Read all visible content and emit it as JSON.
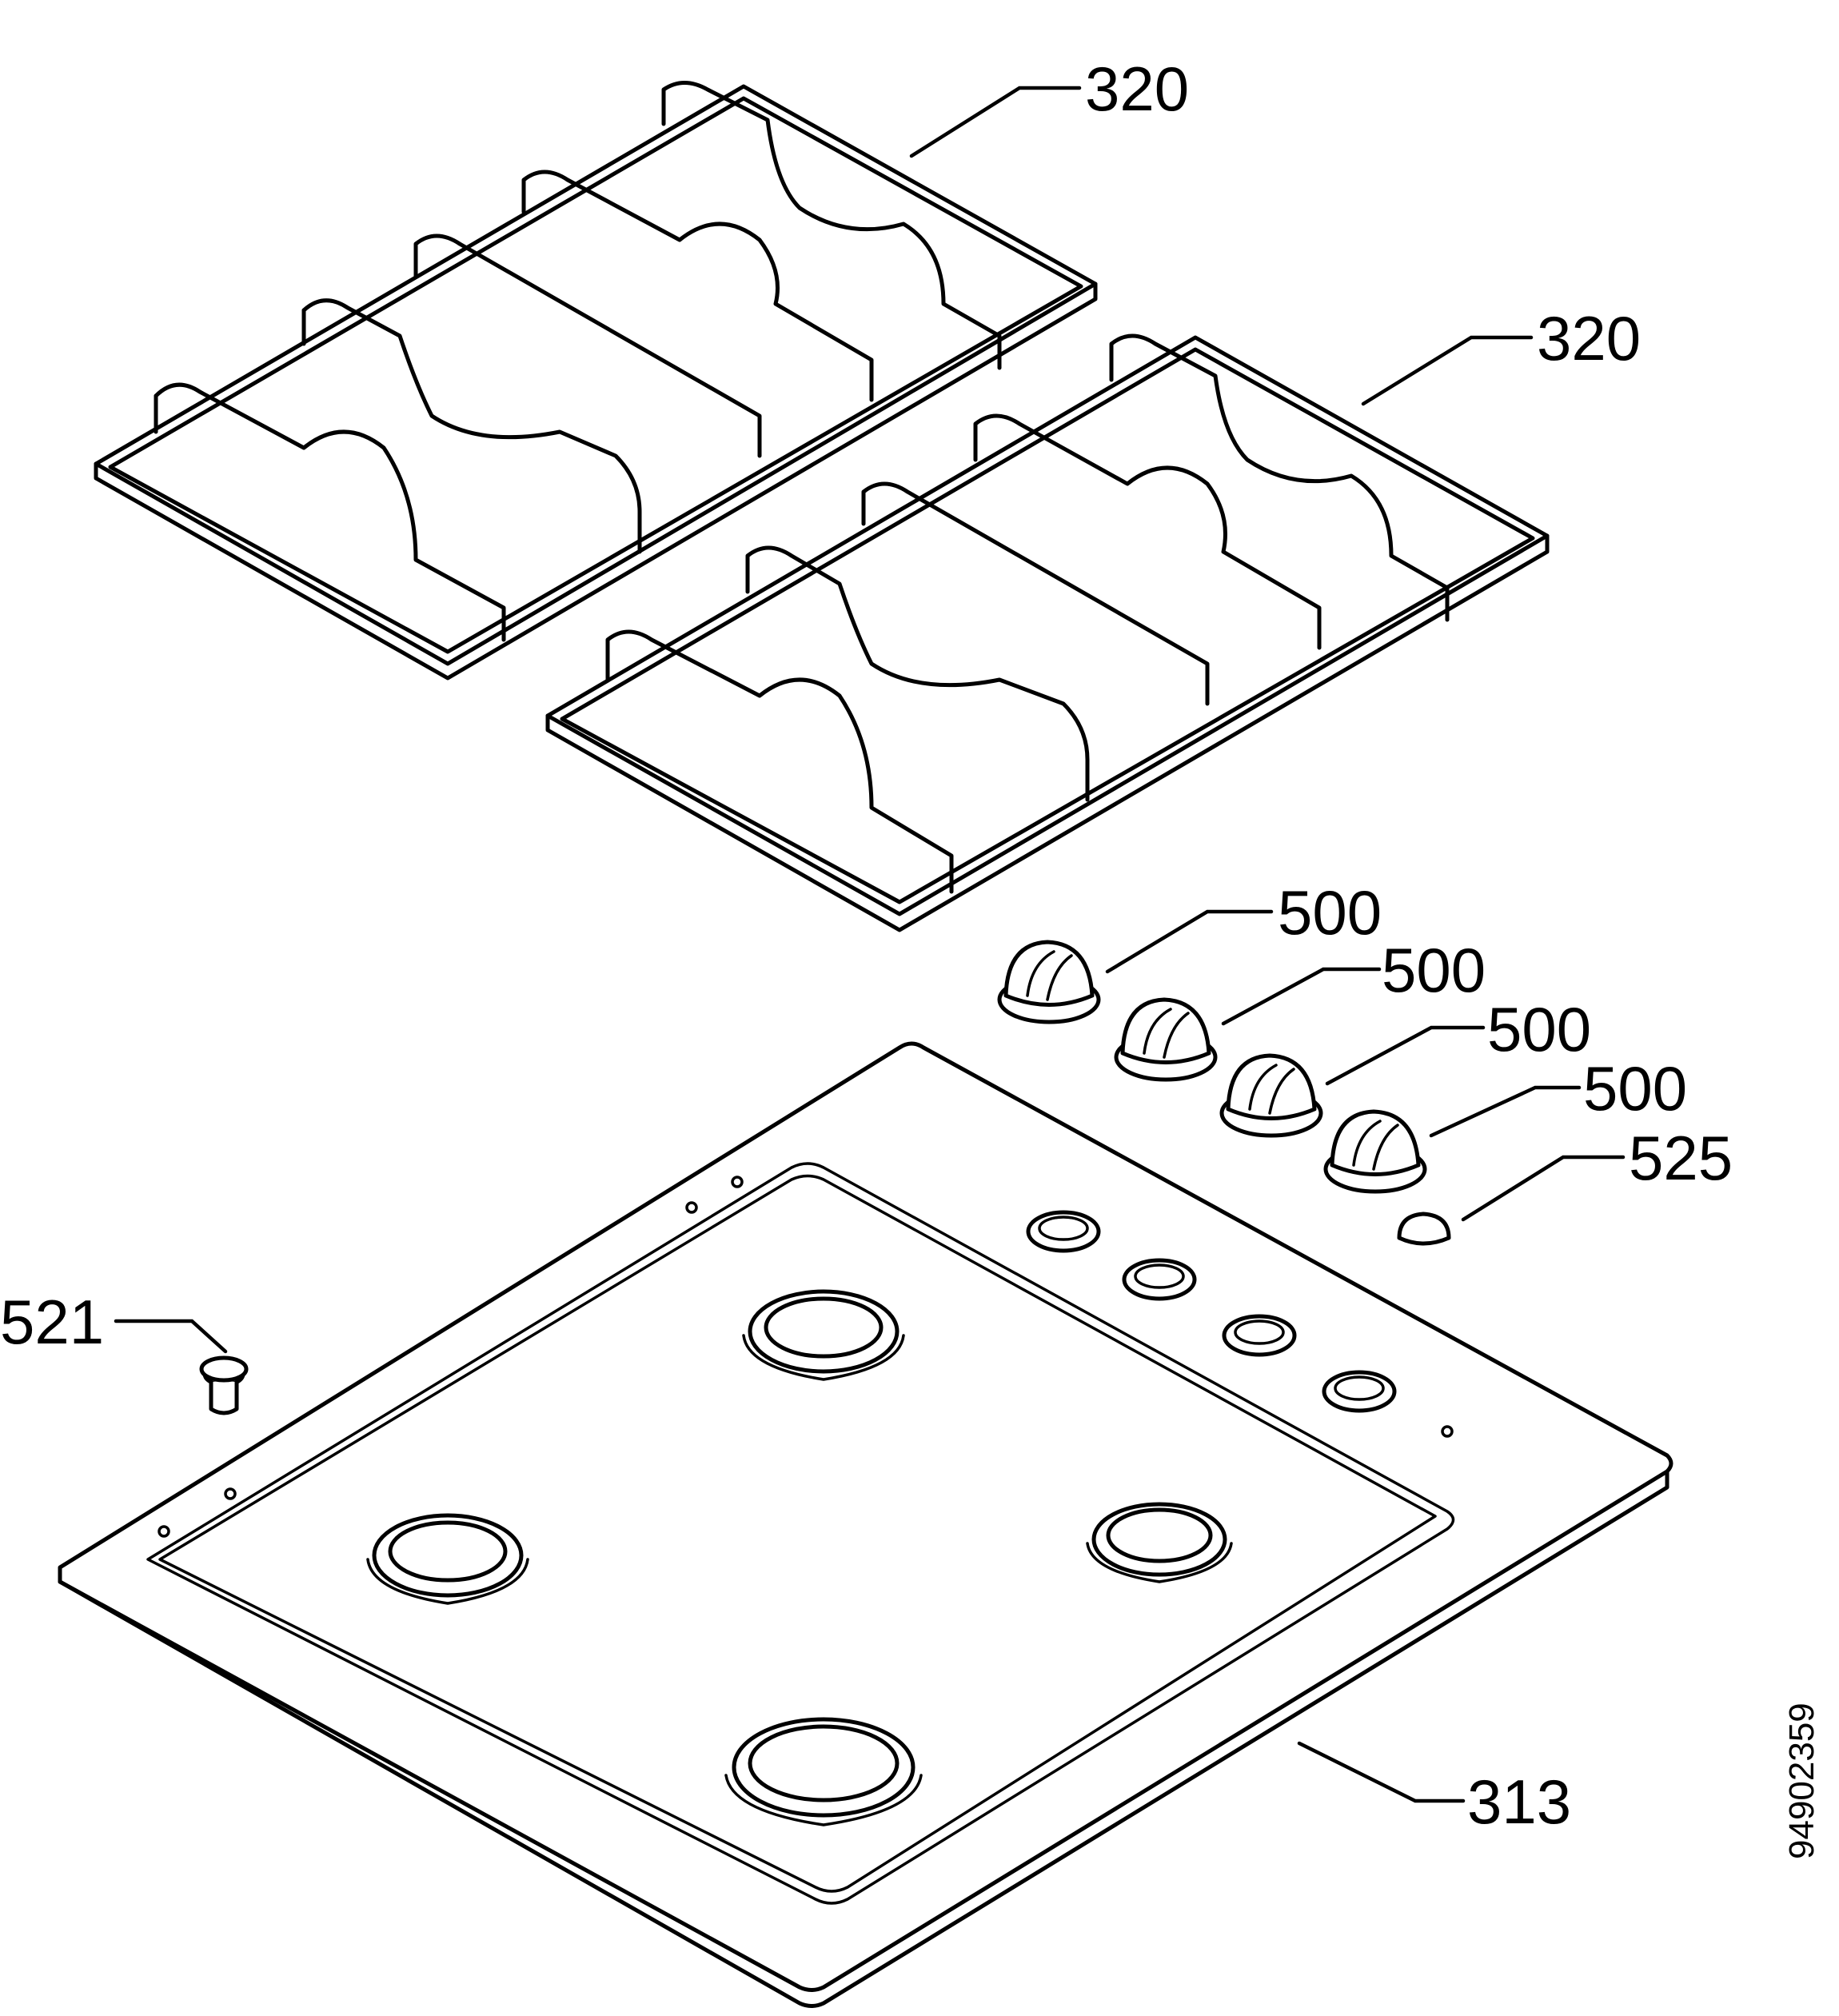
{
  "labels": {
    "grate_left": "320",
    "grate_right": "320",
    "knob_1": "500",
    "knob_2": "500",
    "knob_3": "500",
    "knob_4": "500",
    "plug": "525",
    "rubber_foot": "521",
    "hob_top": "313"
  },
  "document_id": "94902359"
}
